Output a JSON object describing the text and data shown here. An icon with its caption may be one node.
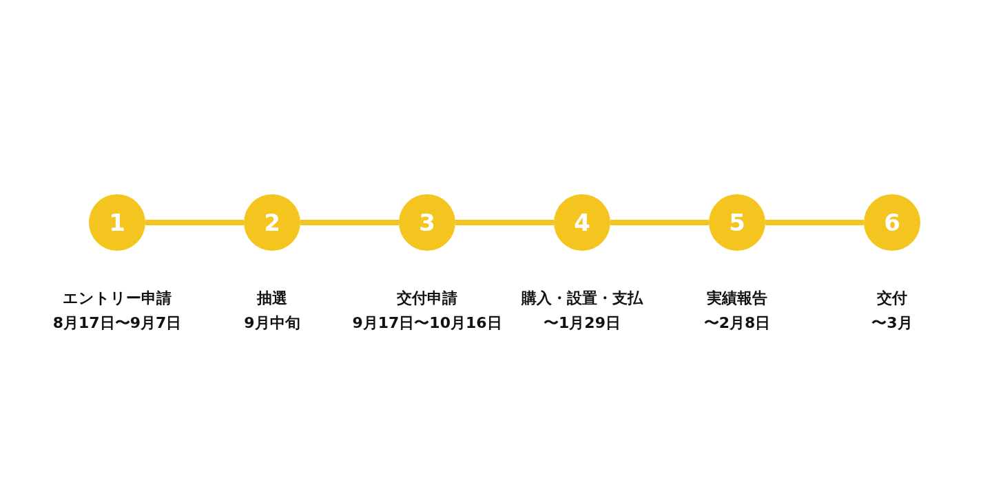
{
  "diagram": {
    "nodes": [
      {
        "text": [
          "1"
        ],
        "beside": [
          "エントリー申請",
          "8月17日〜9月7日"
        ]
      },
      {
        "text": [
          "2"
        ],
        "beside": [
          "抽選",
          "9月中旬"
        ]
      },
      {
        "text": [
          "3"
        ],
        "beside": [
          "交付申請",
          "9月17日〜10月16日"
        ]
      },
      {
        "text": [
          "4"
        ],
        "beside": [
          "購入・設置・支払",
          "〜1月29日"
        ]
      },
      {
        "text": [
          "5"
        ],
        "beside": [
          "実績報告",
          "〜2月8日"
        ]
      },
      {
        "text": [
          "6"
        ],
        "beside": [
          "交付",
          "〜3月"
        ]
      }
    ],
    "edges": [
      {
        "from": 0,
        "to": 1,
        "arrow": "none"
      },
      {
        "from": 1,
        "to": 2,
        "arrow": "none"
      },
      {
        "from": 2,
        "to": 3,
        "arrow": "none"
      },
      {
        "from": 3,
        "to": 4,
        "arrow": "none"
      },
      {
        "from": 4,
        "to": 5,
        "arrow": "none"
      }
    ]
  }
}
